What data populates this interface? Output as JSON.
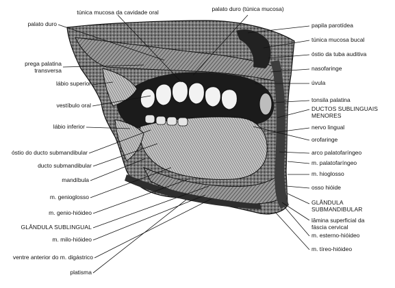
{
  "colors": {
    "ink": "#111111",
    "tissue_dark": "#2a2a2a",
    "tissue_mid": "#6d6d6d",
    "tissue_light": "#b8b8b8",
    "paper": "#ffffff"
  },
  "labels": {
    "tunica_mucosa_cavidade_oral": "túnica mucosa da cavidade oral",
    "palato_duro_tunica_mucosa": "palato duro (túnica mucosa)",
    "palato_duro": "palato duro",
    "papila_parotidea": "papila parotídea",
    "tunica_mucosa_bucal": "túnica mucosa bucal",
    "ostio_tuba_auditiva": "óstio da tuba auditiva",
    "prega_palatina_transversa": "prega palatina\ntransversa",
    "nasofaringe": "nasofaringe",
    "labio_superior": "lábio superior",
    "uvula": "úvula",
    "tonsila_palatina": "tonsila palatina",
    "vestibulo_oral": "vestíbulo oral",
    "ductos_sublinguais_menores": "DUCTOS SUBLINGUAIS\nMENORES",
    "nervo_lingual": "nervo lingual",
    "labio_inferior": "lábio inferior",
    "orofaringe": "orofaringe",
    "ostio_ducto_submandibular": "óstio do ducto submandibular",
    "arco_palatofaringeo": "arco palatofaríngeo",
    "ducto_submandibular": "ducto submandibular",
    "m_palatofaringeo": "m. palatofaríngeo",
    "mandibula": "mandíbula",
    "m_hioglosso": "m. hioglosso",
    "m_genioglosso": "m. genioglosso",
    "osso_hioide": "osso hióide",
    "m_genio_hioideo": "m. genio-hióideo",
    "glandula_submandibular": "GLÂNDULA\nSUBMANDIBULAR",
    "glandula_sublingual": "GLÂNDULA SUBLINGUAL",
    "lamina_superficial_fascia_cervical": "lâmina superficial da\nfáscia cervical",
    "m_esterno_hioideo": "m. esterno-hióideo",
    "m_milo_hioideo": "m. milo-hióideo",
    "m_tireo_hioideo": "m. tíreo-hióideo",
    "ventre_anterior_m_digastrico": "ventre anterior do m. digástrico",
    "platisma": "platisma"
  }
}
